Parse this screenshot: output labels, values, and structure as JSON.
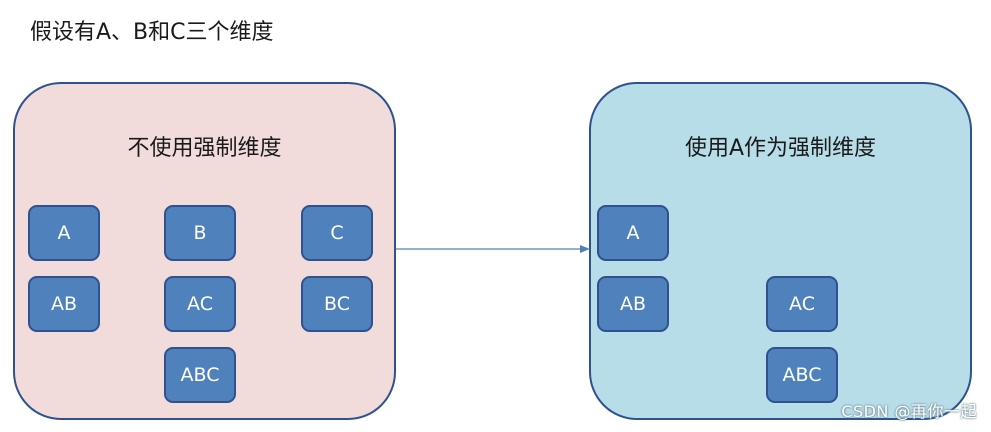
{
  "heading": "假设有A、B和C三个维度",
  "left_panel": {
    "title": "不使用强制维度",
    "dimensions": [
      "A",
      "B",
      "C",
      "AB",
      "AC",
      "BC",
      "ABC"
    ]
  },
  "right_panel": {
    "title": "使用A作为强制维度",
    "dimensions": [
      "A",
      "AB",
      "AC",
      "ABC"
    ]
  },
  "watermark": "CSDN @再你一起",
  "colors": {
    "left_panel_fill": "#f2dcdb",
    "right_panel_fill": "#b7dde8",
    "box_fill": "#4f81bd",
    "outline": "#2f528f",
    "arrow": "#4f81bd"
  }
}
